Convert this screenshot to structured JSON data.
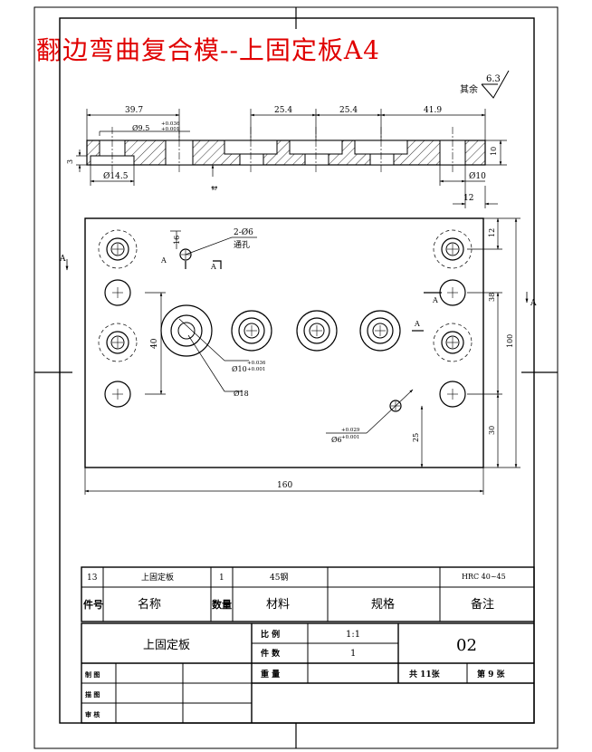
{
  "title": "翻边弯曲复合模--上固定板A4",
  "roughness": {
    "label": "其余",
    "value": "6.3"
  },
  "section_dims": {
    "d39_7": "39.7",
    "d25_4a": "25.4",
    "d25_4b": "25.4",
    "d41_9": "41.9",
    "counterbore_tol": "Ø9.5",
    "counterbore_tol_up": "+0.036",
    "counterbore_tol_low": "+0.001",
    "thk_3": "3",
    "d14_5": "Ø14.5",
    "d4": "4",
    "d10": "10",
    "dia10": "Ø10",
    "d12": "12"
  },
  "plan_dims": {
    "d16": "16",
    "holes_note": "2-Ø6",
    "through_hole": "通孔",
    "d40": "40",
    "d10_tol": "Ø10",
    "d10_tol_up": "+0.036",
    "d10_tol_low": "+0.001",
    "d18": "Ø18",
    "d6_tol": "Ø6",
    "d6_tol_up": "+0.029",
    "d6_tol_low": "+0.001",
    "d25": "25",
    "d160": "160",
    "d12": "12",
    "d38": "38",
    "d100": "100",
    "d30": "30",
    "section_mark": "A"
  },
  "parts_row": {
    "num": "13",
    "name": "上固定板",
    "qty": "1",
    "material": "45钢",
    "spec": "",
    "note": "HRC 40~45"
  },
  "header_row": {
    "num": "件号",
    "name": "名称",
    "qty": "数量",
    "material": "材料",
    "spec": "规格",
    "note": "备注"
  },
  "title_block": {
    "part_name": "上固定板",
    "scale_label": "比  例",
    "scale_value": "1:1",
    "count_label": "件  数",
    "count_value": "1",
    "weight_label": "重  量",
    "drawing_no": "02",
    "total_label": "共  11张",
    "sheet_label": "第  9  张",
    "drawn": "制  图",
    "traced": "描  图",
    "checked": "审  核"
  }
}
